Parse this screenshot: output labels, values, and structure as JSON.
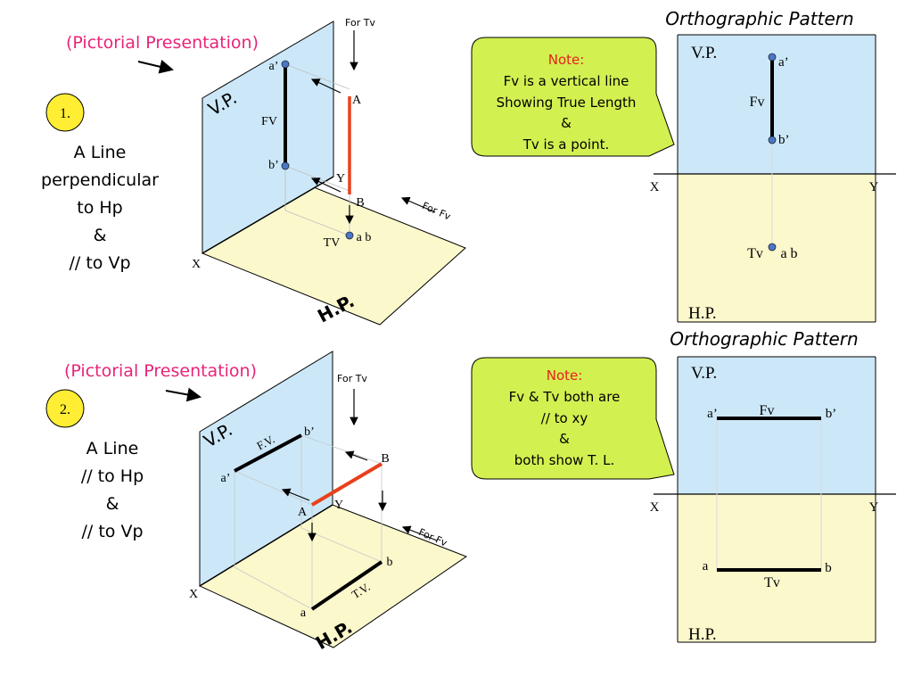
{
  "colors": {
    "plane_vp": "#cce8f8",
    "plane_hp": "#fbf8cc",
    "line_red": "#e8401c",
    "callout_fill": "#d2f050",
    "badge_fill": "#ffee33",
    "pink": "#e8247a",
    "note_red": "#e82020",
    "point_blue": "#4a78c8"
  },
  "case1": {
    "number": "1.",
    "pictorial_title": "(Pictorial Presentation)",
    "desc": [
      "A Line",
      "perpendicular",
      "to Hp",
      "&",
      "// to Vp"
    ],
    "for_tv": "For Tv",
    "for_fv": "For Fv",
    "vp_label": "V.P.",
    "hp_label": "H.P.",
    "x_label": "X",
    "y_label": "Y",
    "pt_a_prime": "a’",
    "pt_b_prime": "b’",
    "fv_label": "FV",
    "pt_A": "A",
    "pt_B": "B",
    "tv_label": "TV",
    "ab_label": "a b",
    "ortho_title": "Orthographic Pattern",
    "note_title": "Note:",
    "note_lines": [
      "Fv is a vertical line",
      "Showing True Length",
      "&",
      "Tv is a point."
    ],
    "ortho": {
      "vp": "V.P.",
      "hp": "H.P.",
      "x": "X",
      "y": "Y",
      "a_prime": "a’",
      "b_prime": "b’",
      "fv": "Fv",
      "tv": "Tv",
      "ab": "a b"
    }
  },
  "case2": {
    "number": "2.",
    "pictorial_title": "(Pictorial Presentation)",
    "desc": [
      "A Line",
      "// to Hp",
      "&",
      "// to Vp"
    ],
    "for_tv": "For Tv",
    "for_fv": "For Fv",
    "vp_label": "V.P.",
    "hp_label": "H.P.",
    "x_label": "X",
    "y_label": "Y",
    "pt_a_prime": "a’",
    "pt_b_prime": "b’",
    "fv_label": "F.V.",
    "pt_A": "A",
    "pt_B": "B",
    "tv_label": "T.V.",
    "pt_a": "a",
    "pt_b": "b",
    "ortho_title": "Orthographic Pattern",
    "note_title": "Note:",
    "note_lines": [
      "Fv & Tv both are",
      "// to xy",
      "&",
      "both show T. L."
    ],
    "ortho": {
      "vp": "V.P.",
      "hp": "H.P.",
      "x": "X",
      "y": "Y",
      "a_prime": "a’",
      "b_prime": "b’",
      "fv": "Fv",
      "tv": "Tv",
      "a": "a",
      "b": "b"
    }
  }
}
